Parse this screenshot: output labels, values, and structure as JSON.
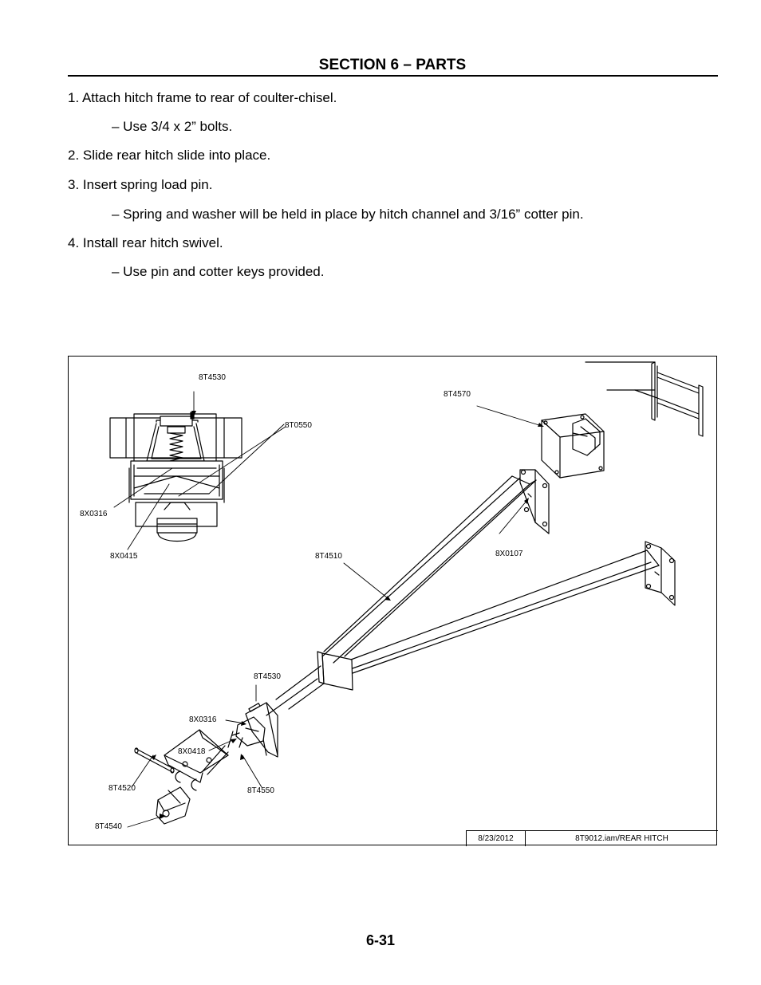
{
  "header": {
    "section_title": "SECTION 6 – PARTS"
  },
  "instructions": [
    {
      "text": "1. Attach hitch frame to rear of coulter-chisel."
    },
    {
      "text": "– Use 3/4 x 2” bolts."
    },
    {
      "text": "2. Slide rear hitch slide into place."
    },
    {
      "text": "3. Insert spring load pin."
    },
    {
      "text": "– Spring and washer will be held in place by hitch channel and 3/16” cotter pin."
    },
    {
      "text": "4. Install rear hitch swivel."
    },
    {
      "text": "– Use pin and cotter keys provided."
    }
  ],
  "figure": {
    "callouts": {
      "top_8t4530": "8T4530",
      "top_8t0550": "8T0550",
      "top_8x0316": "8X0316",
      "top_8x0415": "8X0415",
      "p_8t4570": "8T4570",
      "p_8t4510": "8T4510",
      "p_8x0107": "8X0107",
      "low_8t4530": "8T4530",
      "low_8x0316": "8X0316",
      "low_8x0418": "8X0418",
      "low_8t4520": "8T4520",
      "low_8t4550": "8T4550",
      "low_8t4540": "8T4540"
    },
    "title_block": {
      "date": "8/23/2012",
      "file": "8T9012.iam/REAR HITCH"
    }
  },
  "footer": {
    "page_number": "6-31"
  }
}
